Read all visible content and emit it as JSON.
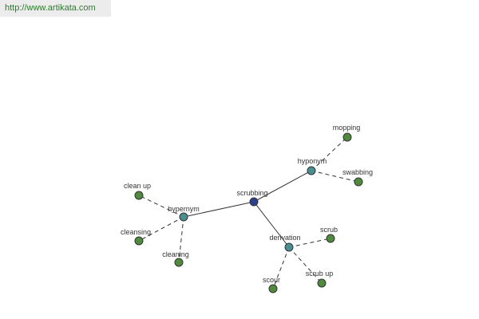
{
  "header": {
    "url": "http://www.artikata.com"
  },
  "colors": {
    "root": "#2e3f8a",
    "relation": "#4a8f8f",
    "leaf": "#4f8a3d"
  },
  "graph": {
    "nodes": [
      {
        "id": "scrubbing",
        "label": "scrubbing",
        "kind": "root"
      },
      {
        "id": "hypernym",
        "label": "hypernym",
        "kind": "relation"
      },
      {
        "id": "hyponym",
        "label": "hyponym",
        "kind": "relation"
      },
      {
        "id": "derivation",
        "label": "derivation",
        "kind": "relation"
      },
      {
        "id": "clean-up",
        "label": "clean up",
        "kind": "leaf"
      },
      {
        "id": "cleansing",
        "label": "cleansing",
        "kind": "leaf"
      },
      {
        "id": "cleaning",
        "label": "cleaning",
        "kind": "leaf"
      },
      {
        "id": "mopping",
        "label": "mopping",
        "kind": "leaf"
      },
      {
        "id": "swabbing",
        "label": "swabbing",
        "kind": "leaf"
      },
      {
        "id": "scrub",
        "label": "scrub",
        "kind": "leaf"
      },
      {
        "id": "scrub-up",
        "label": "scrub up",
        "kind": "leaf"
      },
      {
        "id": "scour",
        "label": "scour",
        "kind": "leaf"
      }
    ],
    "edges": [
      {
        "from": "scrubbing",
        "to": "hypernym",
        "style": "solid"
      },
      {
        "from": "scrubbing",
        "to": "hyponym",
        "style": "solid"
      },
      {
        "from": "scrubbing",
        "to": "derivation",
        "style": "solid"
      },
      {
        "from": "hypernym",
        "to": "clean-up",
        "style": "dashed"
      },
      {
        "from": "hypernym",
        "to": "cleansing",
        "style": "dashed"
      },
      {
        "from": "hypernym",
        "to": "cleaning",
        "style": "dashed"
      },
      {
        "from": "hyponym",
        "to": "mopping",
        "style": "dashed"
      },
      {
        "from": "hyponym",
        "to": "swabbing",
        "style": "dashed"
      },
      {
        "from": "derivation",
        "to": "scrub",
        "style": "dashed"
      },
      {
        "from": "derivation",
        "to": "scrub-up",
        "style": "dashed"
      },
      {
        "from": "derivation",
        "to": "scour",
        "style": "dashed"
      }
    ]
  }
}
